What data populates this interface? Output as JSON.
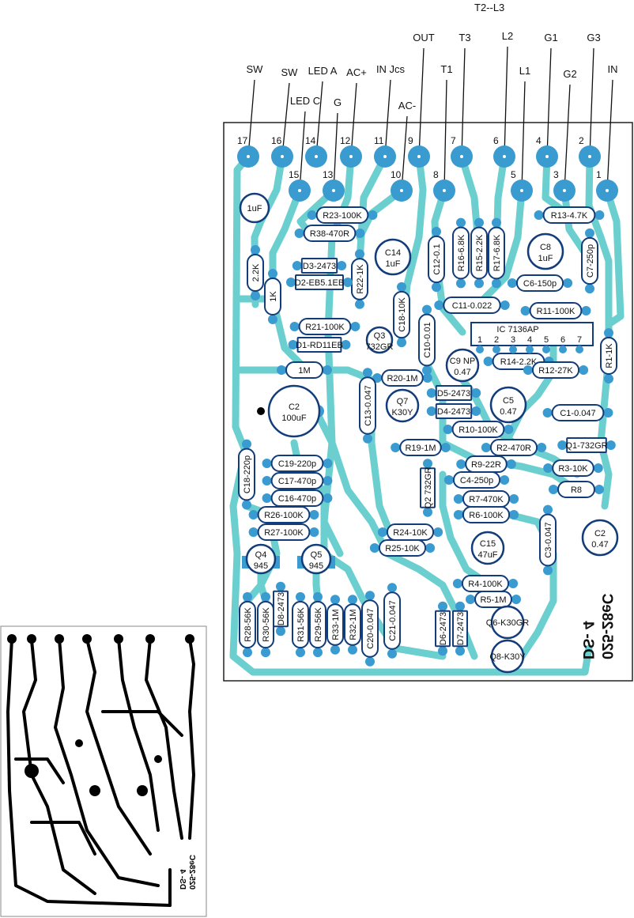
{
  "colors": {
    "trace": "#6ccfcf",
    "pad": "#3a9bd0",
    "outline": "#123c7a",
    "text": "#111111"
  },
  "top_note": "T2--L3",
  "connectors": [
    {
      "num": "17",
      "label": "SW"
    },
    {
      "num": "16",
      "label": "SW"
    },
    {
      "num": "14",
      "label": "LED A"
    },
    {
      "num": "12",
      "label": "AC+"
    },
    {
      "num": "11",
      "label": "IN Jcs"
    },
    {
      "num": "9",
      "label": "OUT"
    },
    {
      "num": "7",
      "label": "T3"
    },
    {
      "num": "6",
      "label": "L2"
    },
    {
      "num": "4",
      "label": "G1"
    },
    {
      "num": "2",
      "label": "G3"
    },
    {
      "num": "15",
      "label": "LED C"
    },
    {
      "num": "13",
      "label": "G"
    },
    {
      "num": "10",
      "label": "AC-"
    },
    {
      "num": "8",
      "label": "T1"
    },
    {
      "num": "5",
      "label": "L1"
    },
    {
      "num": "3",
      "label": "G2"
    },
    {
      "num": "1",
      "label": "IN"
    }
  ],
  "components": [
    "R23-100K",
    "R38-470R",
    "R21-100K",
    "1M",
    "R20-1M",
    "R10-100K",
    "R19-1M",
    "R2-470R",
    "R9-22R",
    "R3-10K",
    "R8",
    "R7-470K",
    "R6-100K",
    "R24-10K",
    "R25-10K",
    "R4-100K",
    "R5-1M",
    "R13-4.7K",
    "R11-100K",
    "R14-2.2K",
    "R12-27K",
    "C11-0.022",
    "C6-150p",
    "C1-0.047",
    "C4-250p",
    "C19-220p",
    "C17-470p",
    "C16-470p",
    "R26-100K",
    "R27-100K",
    "2.2K",
    "1K",
    "R22-1K",
    "C18-10K",
    "C12-0.1",
    "R16-6.8K",
    "R15-2.2K",
    "R17-6.8K",
    "C7-250p",
    "R1-1K",
    "C13-0.047",
    "C10-0.01",
    "C18-220p",
    "C3-0.047",
    "R28-56K",
    "R30-56K",
    "R31-56K",
    "R29-56K",
    "R33-1M",
    "R32-1M",
    "C20-0.047",
    "C21-0.047",
    "D3-2473",
    "D2-EB5.1EB",
    "D1-RD11EB",
    "D5-2473",
    "D4-2473",
    "Q1-732GR",
    "D8-2473",
    "D6-2473",
    "D7-2473",
    "Q2 732GR"
  ],
  "round_parts": [
    {
      "l1": "1uF",
      "l2": ""
    },
    {
      "l1": "C14",
      "l2": "1uF"
    },
    {
      "l1": "C8",
      "l2": "1uF"
    },
    {
      "l1": "C9 NP",
      "l2": "0.47"
    },
    {
      "l1": "C5",
      "l2": "0.47"
    },
    {
      "l1": "C2",
      "l2": "100uF"
    },
    {
      "l1": "C15",
      "l2": "47uF"
    },
    {
      "l1": "C2",
      "l2": "0.47"
    },
    {
      "l1": "Q7",
      "l2": "K30Y"
    },
    {
      "l1": "Q3",
      "l2": "732GR"
    },
    {
      "l1": "Q4",
      "l2": "945"
    },
    {
      "l1": "Q5",
      "l2": "945"
    },
    {
      "l1": "Q6-K30GR",
      "l2": ""
    },
    {
      "l1": "Q8-K30Y",
      "l2": ""
    }
  ],
  "ic": {
    "label": "IC 7136AP",
    "pins": [
      "1",
      "2",
      "3",
      "4",
      "5",
      "6",
      "7"
    ]
  },
  "board_code": "025-28eC",
  "board_rev": "DS- 4",
  "thumbnail": {
    "board_code": "025-28eC",
    "board_rev": "DS- 4"
  }
}
